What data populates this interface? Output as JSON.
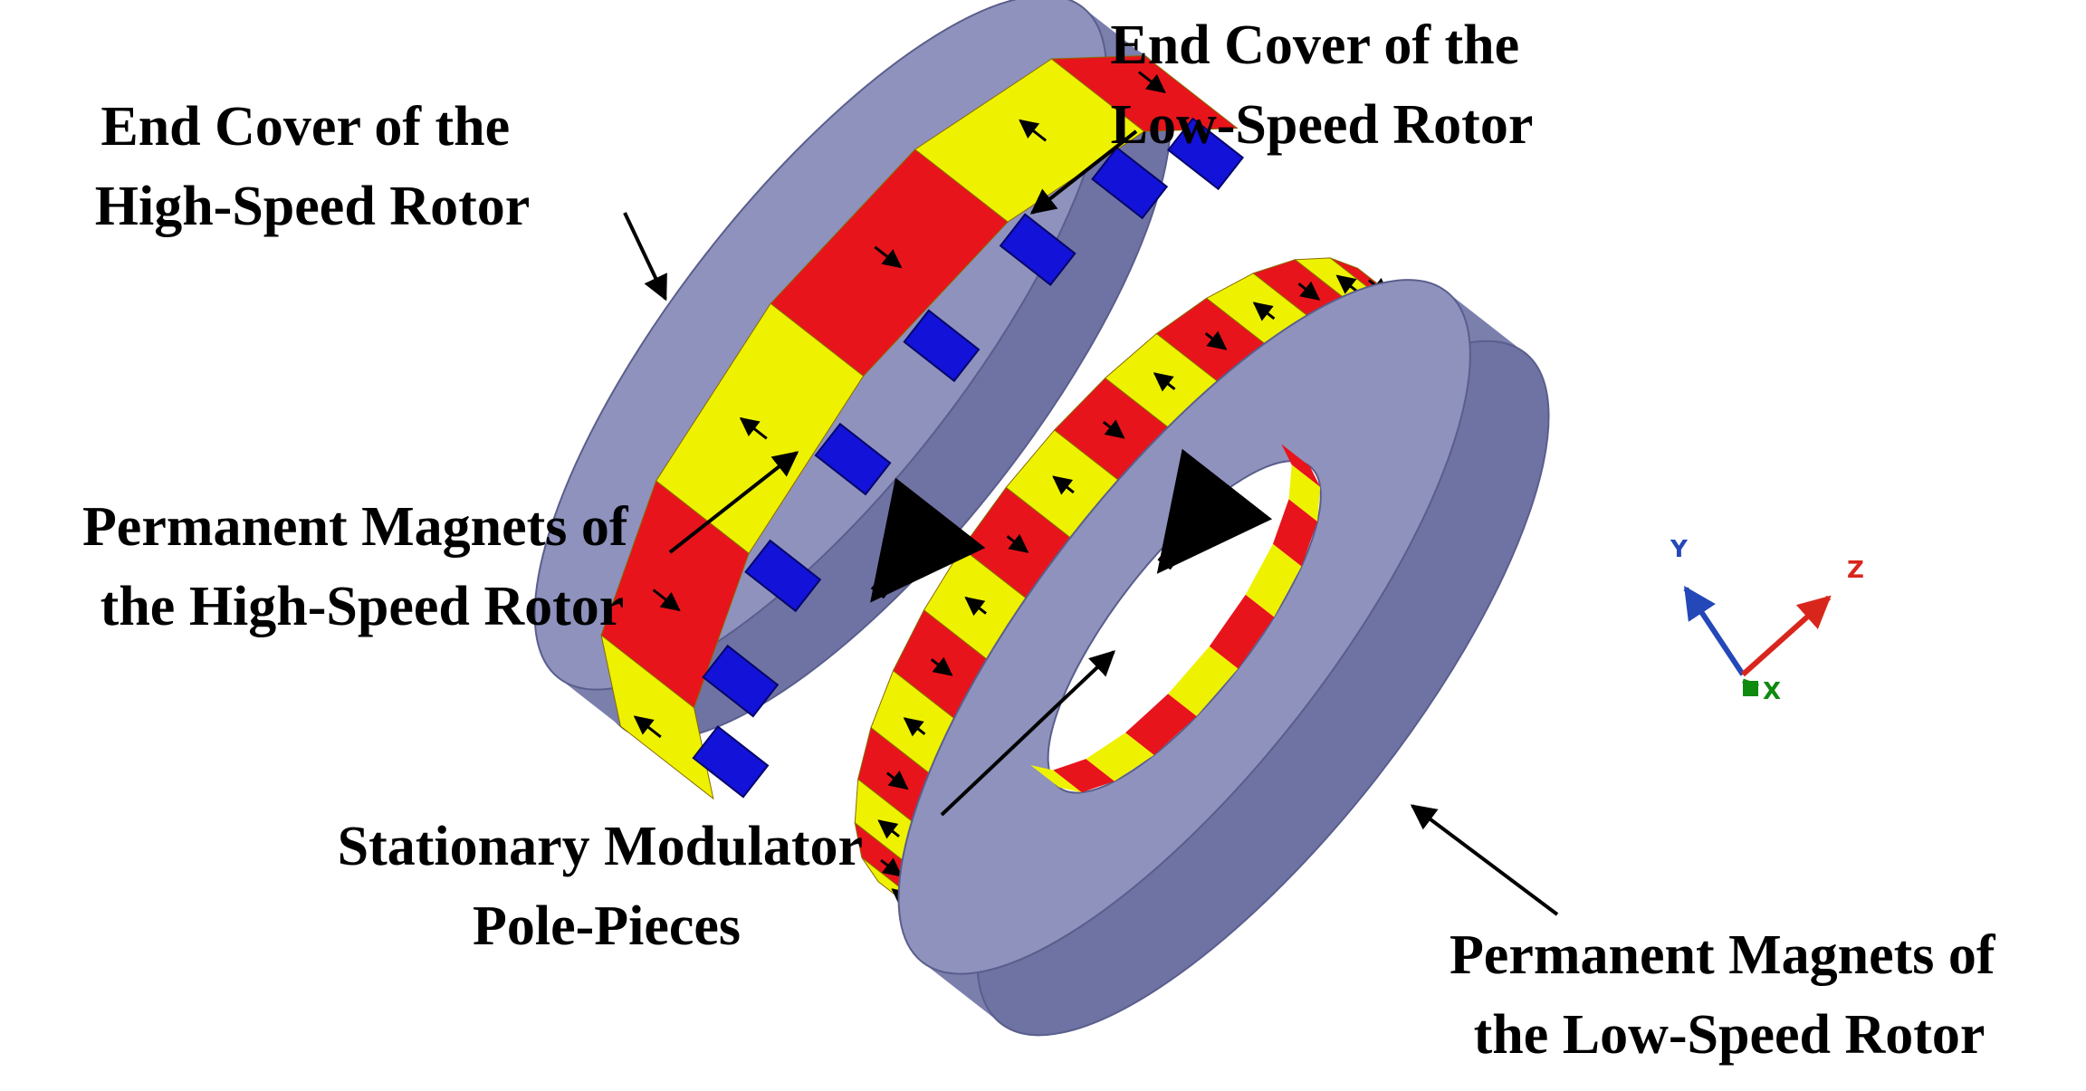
{
  "labels": {
    "hs_cover": [
      "End Cover of the",
      "High-Speed Rotor"
    ],
    "ls_cover": [
      "End Cover of the",
      "Low-Speed Rotor"
    ],
    "hs_magnets": [
      "Permanent Magnets of",
      "the High-Speed Rotor"
    ],
    "modulator": [
      "Stationary Modulator",
      "Pole-Pieces"
    ],
    "ls_magnets": [
      "Permanent Magnets of",
      "the Low-Speed Rotor"
    ]
  },
  "axes": {
    "x": "X",
    "y": "Y",
    "z": "Z"
  },
  "colors": {
    "end_cover": "#7b7fac",
    "end_cover_top": "#8e92bd",
    "magnet_red": "#e8141b",
    "magnet_yellow": "#eef200",
    "pole_piece_blue": "#1212d8",
    "axis_x": "#0f8a0f",
    "axis_y": "#2448b8",
    "axis_z": "#d9261c"
  },
  "magnets": {
    "low_speed_rotor": {
      "pole_colors": [
        "red",
        "yellow",
        "red",
        "yellow",
        "red",
        "yellow",
        "red",
        "yellow",
        "red",
        "yellow",
        "red",
        "yellow",
        "red",
        "yellow",
        "red",
        "yellow"
      ],
      "magnetization": [
        "in",
        "out",
        "in",
        "out",
        "in",
        "out",
        "in",
        "out",
        "in",
        "out",
        "in",
        "out",
        "in",
        "out",
        "in",
        "out"
      ]
    },
    "high_speed_rotor": {
      "pole_colors": [
        "red",
        "yellow",
        "red",
        "yellow",
        "red",
        "yellow"
      ],
      "magnetization": [
        "in",
        "out",
        "in",
        "out",
        "in",
        "out"
      ]
    }
  },
  "modulator_piece_count": 8
}
